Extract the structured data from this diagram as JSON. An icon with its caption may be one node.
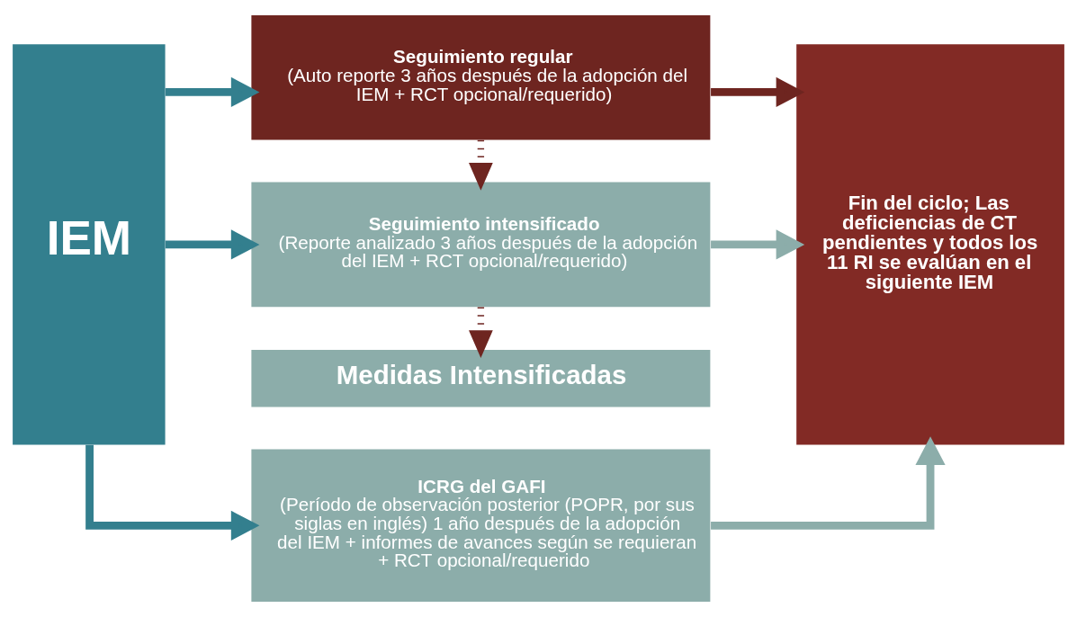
{
  "diagram": {
    "nodes": [
      {
        "text": [
          "IEM"
        ]
      },
      {
        "text": [
          "Seguimiento regular",
          "(Auto reporte 3 años después de la adopción del IEM + RCT opcional/requerido)"
        ]
      },
      {
        "text": [
          "Seguimiento intensificado",
          "(Reporte analizado 3 años después de la adopción del IEM + RCT opcional/requerido)"
        ]
      },
      {
        "text": [
          "Medidas Intensificadas"
        ]
      },
      {
        "text": [
          "ICRG del GAFI",
          "(Período de observación posterior (POPR, por sus siglas en inglés) 1 año después de la adopción del IEM + informes de avances según se requieran + RCT opcional/requerido"
        ]
      },
      {
        "text": [
          "Fin del ciclo; Las deficiencias de CT pendientes y todos los 11 RI se evalúan en el siguiente IEM"
        ]
      }
    ],
    "edges": [
      {
        "from": 0,
        "to": 1,
        "arrow": "to",
        "color": "#337f8e"
      },
      {
        "from": 0,
        "to": 2,
        "arrow": "to",
        "color": "#337f8e"
      },
      {
        "from": 0,
        "to": 4,
        "arrow": "to",
        "color": "#337f8e"
      },
      {
        "from": 1,
        "to": 5,
        "arrow": "to",
        "color": "#6e2520"
      },
      {
        "from": 1,
        "to": 2,
        "arrow": "to",
        "style": "dashed",
        "color": "#6e2520"
      },
      {
        "from": 2,
        "to": 5,
        "arrow": "to",
        "color": "#8cadaa"
      },
      {
        "from": 2,
        "to": 3,
        "arrow": "to",
        "style": "dashed",
        "color": "#6e2520"
      },
      {
        "from": 4,
        "to": 5,
        "arrow": "to",
        "color": "#8cadaa"
      }
    ]
  }
}
